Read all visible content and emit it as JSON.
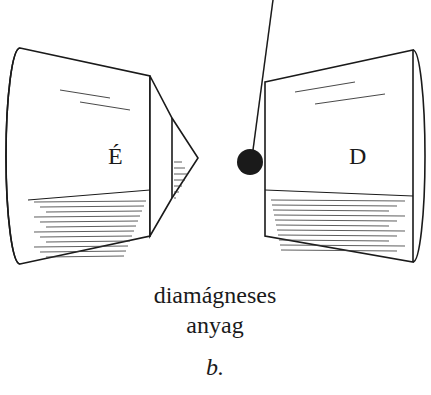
{
  "diagram": {
    "caption": "diamágneses anyag",
    "nodes": [
      {
        "text": [
          "É"
        ]
      },
      {
        "text": [
          "D"
        ]
      }
    ],
    "labels": [
      "b."
    ]
  }
}
